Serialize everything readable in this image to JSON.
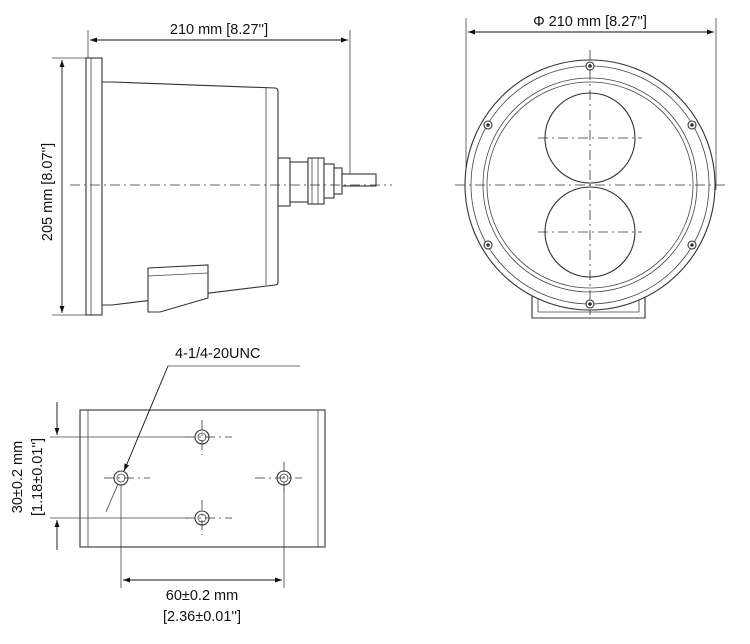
{
  "side_view": {
    "width_label": "210 mm [8.27'']",
    "height_label": "205 mm [8.07'']"
  },
  "front_view": {
    "diameter_label": "Φ 210 mm [8.27'']"
  },
  "mount_view": {
    "thread_label": "4-1/4-20UNC",
    "vertical_spacing_label_1": "30±0.2 mm",
    "vertical_spacing_label_2": "[1.18±0.01'']",
    "horizontal_spacing_label_1": "60±0.2 mm",
    "horizontal_spacing_label_2": "[2.36±0.01'']"
  }
}
